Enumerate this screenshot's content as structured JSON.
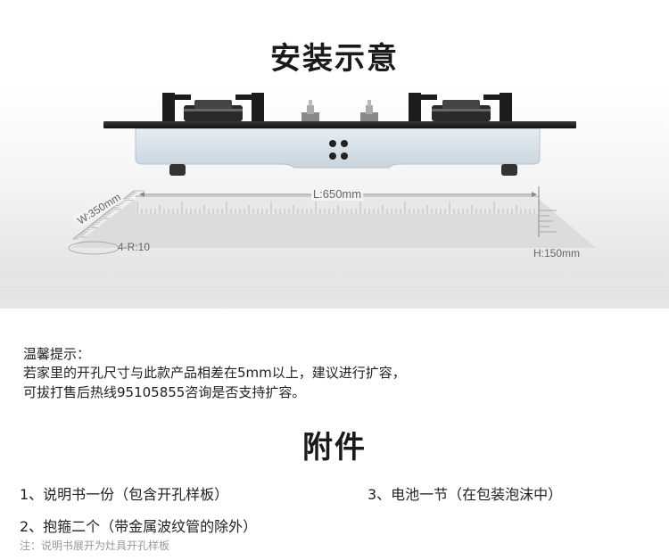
{
  "install": {
    "title": "安装示意",
    "dims": {
      "width": "W:350mm",
      "length": "L:650mm",
      "height": "H:150mm",
      "radius": "4-R:10"
    }
  },
  "tips": {
    "heading": "温馨提示：",
    "line1": "若家里的开孔尺寸与此款产品相差在5mm以上，建议进行扩容，",
    "line2": "可拔打售后热线95105855咨询是否支持扩容。"
  },
  "accessories": {
    "title": "附件",
    "items": [
      "1、说明书一份（包含开孔样板）",
      "3、电池一节（在包装泡沫中）",
      "2、抱箍二个（带金属波纹管的除外）"
    ],
    "note": "注：说明书展开为灶具开孔样板"
  }
}
